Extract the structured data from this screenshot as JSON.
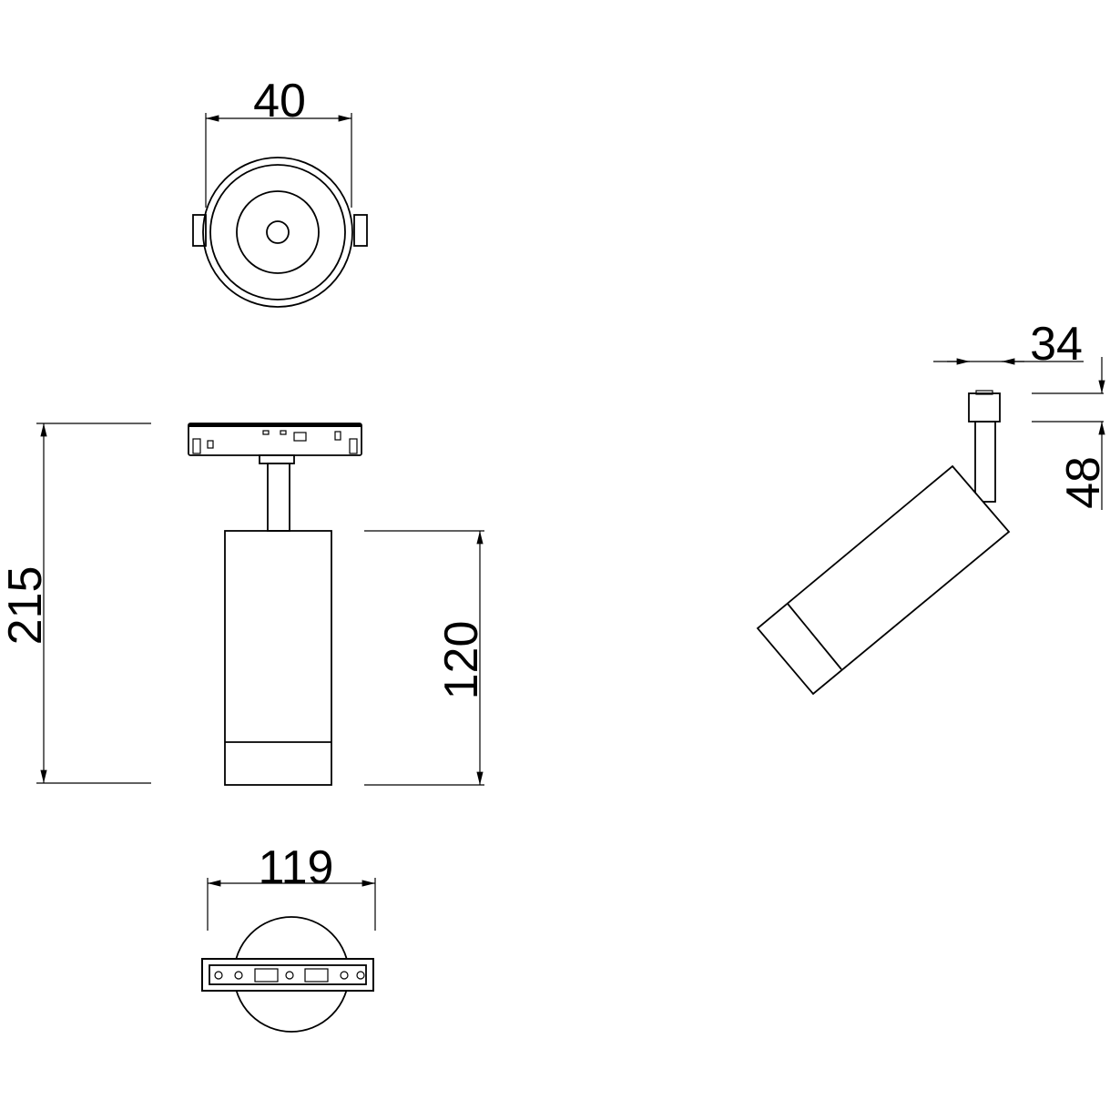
{
  "drawing": {
    "dimensions": {
      "top_view_width": "40",
      "total_height": "215",
      "body_height": "120",
      "base_width": "119",
      "side_offset": "34",
      "side_adapter_height": "48"
    },
    "line_color": "#000000",
    "background": "#ffffff"
  }
}
